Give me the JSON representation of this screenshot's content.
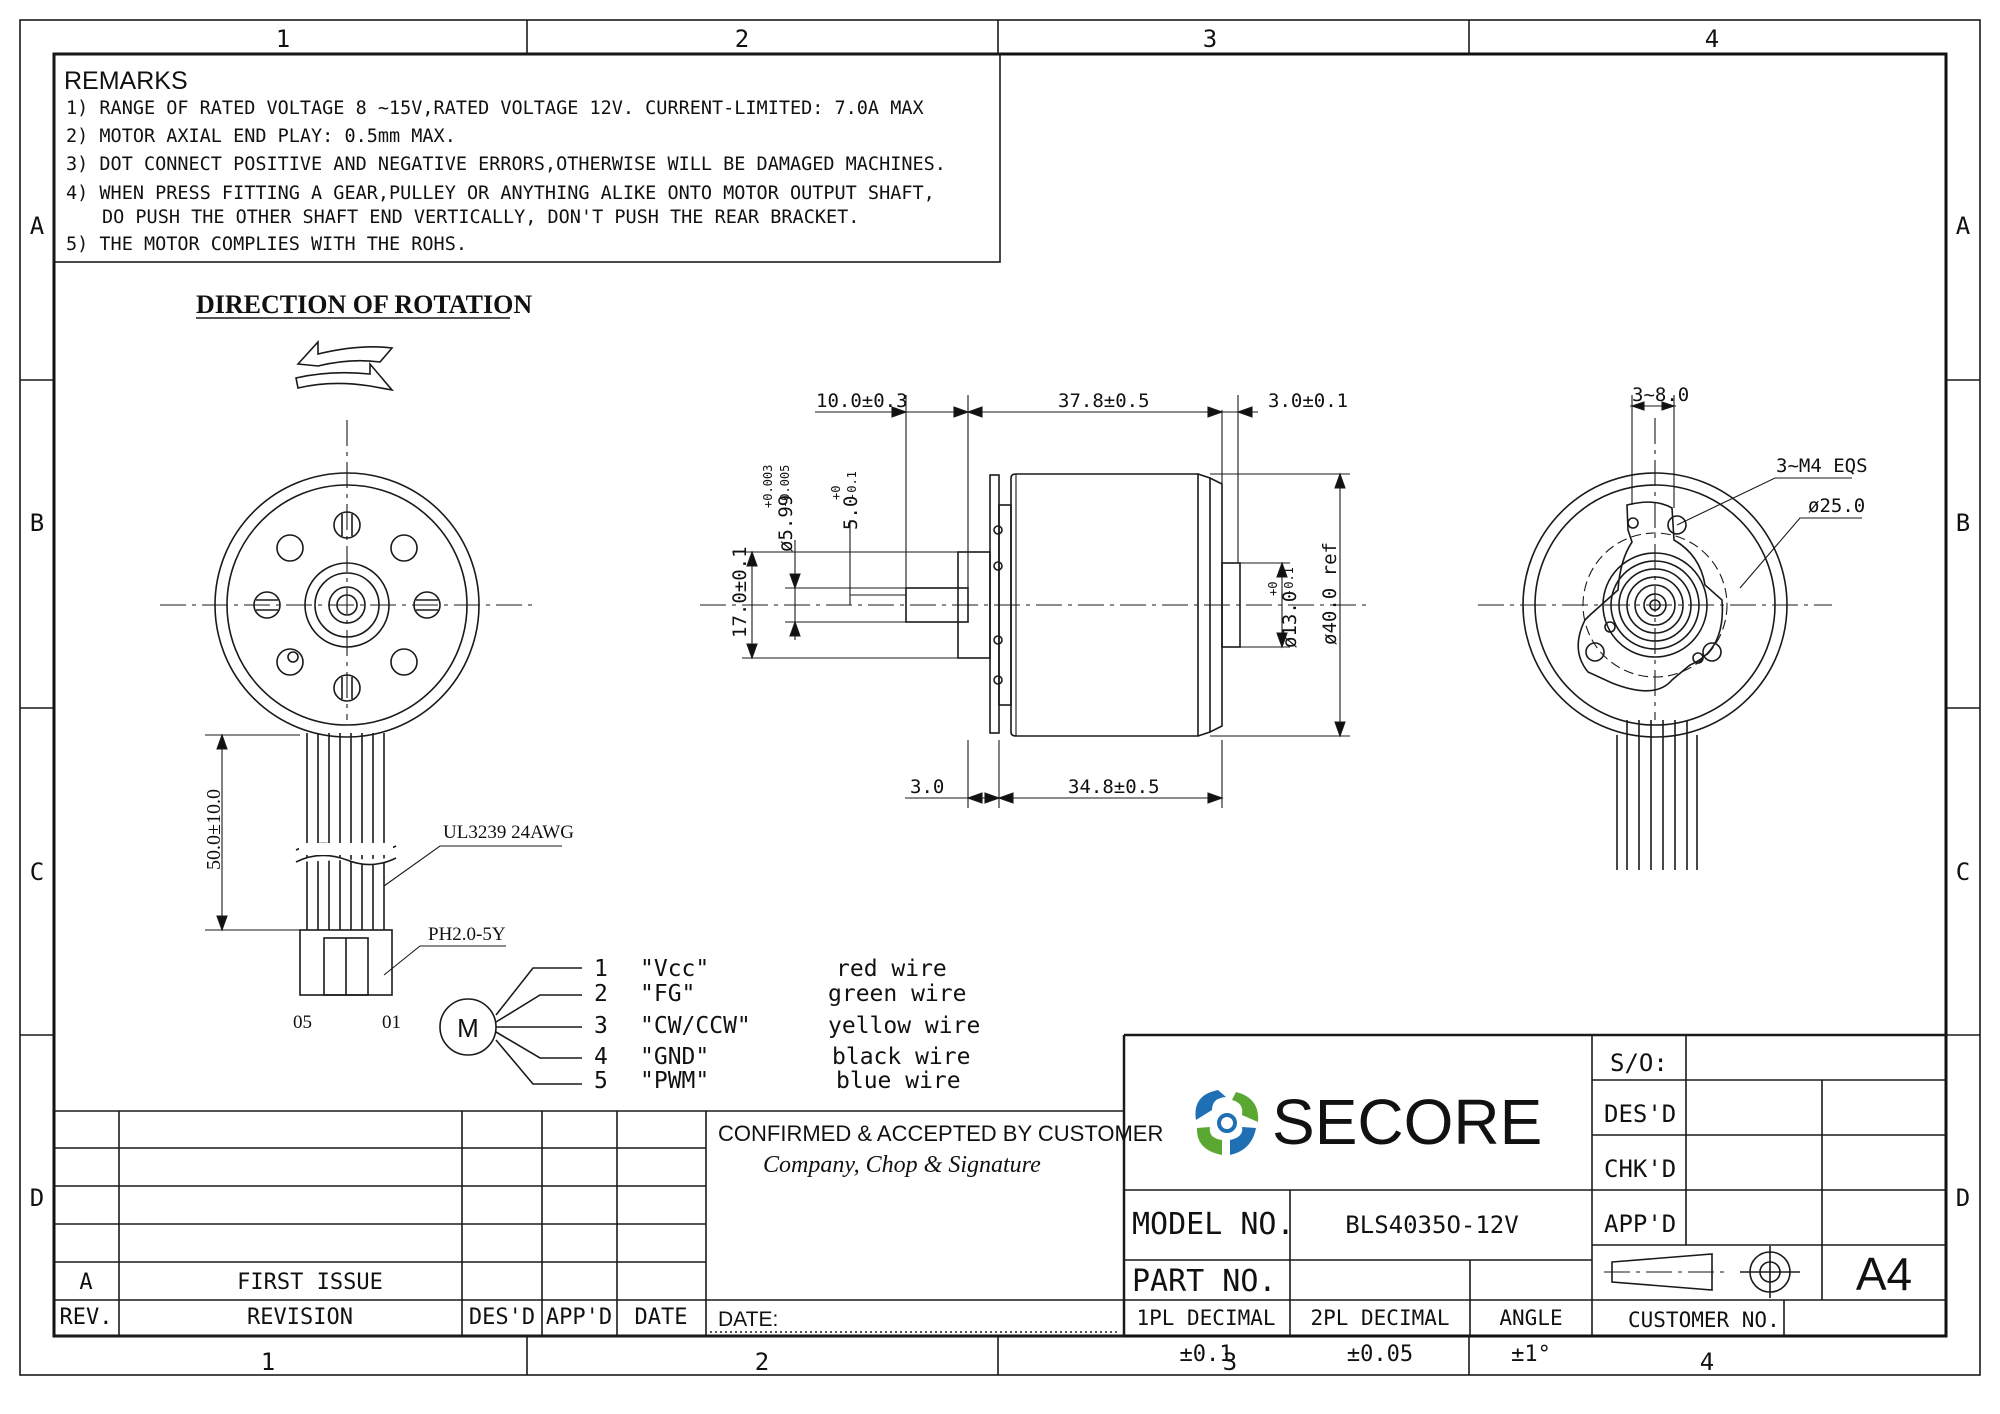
{
  "zones": {
    "columns": [
      "1",
      "2",
      "3",
      "4"
    ],
    "rows": [
      "A",
      "B",
      "C",
      "D"
    ]
  },
  "remarks": {
    "title": "REMARKS",
    "items": [
      "1) RANGE OF RATED VOLTAGE 8 ~15V,RATED VOLTAGE 12V. CURRENT-LIMITED: 7.0A MAX",
      "2) MOTOR AXIAL END PLAY: 0.5mm MAX.",
      "3) DOT CONNECT POSITIVE AND NEGATIVE ERRORS,OTHERWISE WILL BE DAMAGED MACHINES.",
      "4) WHEN PRESS FITTING A GEAR,PULLEY OR ANYTHING ALIKE ONTO MOTOR OUTPUT SHAFT,",
      "DO PUSH THE OTHER SHAFT END VERTICALLY, DON'T PUSH THE REAR BRACKET.",
      "5) THE MOTOR COMPLIES WITH THE ROHS."
    ]
  },
  "rotation_title": "DIRECTION OF ROTATION",
  "dimensions": {
    "d1": "10.0±0.3",
    "d2": "37.8±0.5",
    "d3": "3.0±0.1",
    "d4": "3.0",
    "d5": "34.8±0.5",
    "d6": "17.0±0.1",
    "d7_base": "ø5.99",
    "d7_tol_up": "+0.003",
    "d7_tol_dn": "-0.005",
    "d8_base": "5.0",
    "d8_tol_up": "+0",
    "d8_tol_dn": "-0.1",
    "d9_base": "ø13.0",
    "d9_tol_up": "+0",
    "d9_tol_dn": "-0.1",
    "d10": "ø40.0 ref",
    "d11": "3~8.0",
    "d12": "3~M4 EQS",
    "d13": "ø25.0",
    "d14": "50.0±10.0",
    "cable": "UL3239 24AWG",
    "connector": "PH2.0-5Y",
    "pin_left": "05",
    "pin_right": "01"
  },
  "wiring": {
    "motor_symbol": "M",
    "pins": [
      {
        "num": "1",
        "signal": "\"Vcc\"",
        "color": "red wire"
      },
      {
        "num": "2",
        "signal": "\"FG\"",
        "color": "green wire"
      },
      {
        "num": "3",
        "signal": "\"CW/CCW\"",
        "color": "yellow wire"
      },
      {
        "num": "4",
        "signal": "\"GND\"",
        "color": "black wire"
      },
      {
        "num": "5",
        "signal": "\"PWM\"",
        "color": "blue wire"
      }
    ]
  },
  "title_block": {
    "confirmed": "CONFIRMED & ACCEPTED BY CUSTOMER",
    "company_sig": "Company, Chop & Signature",
    "date_label": "DATE:",
    "brand": "SECORE",
    "brand_colors": {
      "blue": "#1f6fb5",
      "green": "#5aa832"
    },
    "model_label": "MODEL NO.",
    "model_value": "BLS4035O-12V",
    "part_label": "PART NO.",
    "part_value": "",
    "tol_headers": [
      "1PL DECIMAL",
      "2PL DECIMAL",
      "ANGLE"
    ],
    "tol_values": [
      "±0.1",
      "±0.05",
      "±1°"
    ],
    "so_label": "S/O:",
    "desd_label": "DES'D",
    "chkd_label": "CHK'D",
    "appd_label": "APP'D",
    "sheet_size": "A4",
    "customer_no": "CUSTOMER NO.",
    "revision_header": {
      "rev": "REV.",
      "revision": "REVISION",
      "desd": "DES'D",
      "appd": "APP'D",
      "date": "DATE"
    },
    "revision_rows": [
      {
        "rev": "A",
        "revision": "FIRST ISSUE"
      }
    ]
  }
}
